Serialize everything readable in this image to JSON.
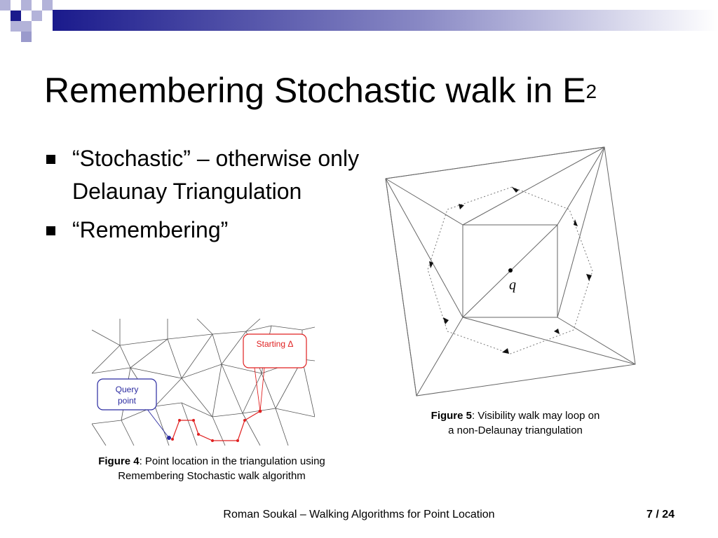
{
  "slide": {
    "title": "Remembering Stochastic walk in E",
    "title_sup": "2",
    "bullets": [
      "“Stochastic” – otherwise only Delaunay Triangulation",
      "“Remembering”"
    ]
  },
  "figure4": {
    "label_starting": "Starting Δ",
    "label_query_line1": "Query",
    "label_query_line2": "point",
    "caption_bold": "Figure 4",
    "caption_rest_line1": ": Point location in the triangulation using",
    "caption_line2": "Remembering Stochastic walk algorithm"
  },
  "figure5": {
    "q_label": "q",
    "caption_bold": "Figure 5",
    "caption_rest_line1": ": Visibility walk may loop on",
    "caption_line2": "a non-Delaunay triangulation"
  },
  "footer": {
    "text": "Roman Soukal – Walking Algorithms for Point Location",
    "page": "7 / 24"
  },
  "colors": {
    "header_dark": "#1a1a8c",
    "header_light": "#b3b3d9",
    "walk_red": "#e02020",
    "query_blue": "#2a2aa0"
  }
}
